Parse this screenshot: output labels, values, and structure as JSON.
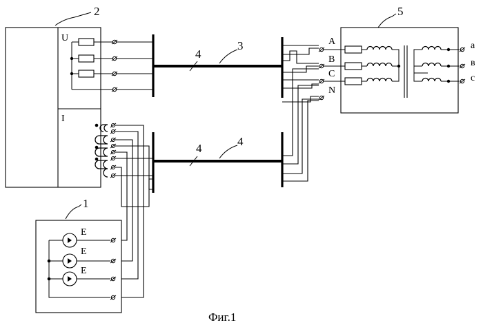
{
  "caption": "Фиг.1",
  "callouts": {
    "source": "1",
    "meter": "2",
    "cable_top": "3",
    "cable_bottom": "4",
    "wire_mark_top": "4",
    "wire_mark_bottom": "4",
    "transformer": "5"
  },
  "meter_labels": {
    "voltage": "U",
    "current": "I"
  },
  "source_labels": [
    "E",
    "E",
    "E"
  ],
  "input_phases": [
    "A",
    "B",
    "C",
    "N"
  ],
  "output_phases": [
    "a",
    "в",
    "c"
  ]
}
